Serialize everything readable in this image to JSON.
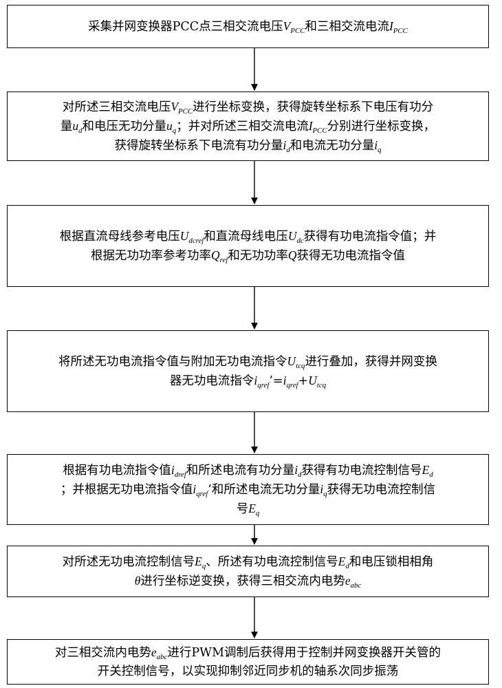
{
  "steps": [
    {
      "lines": [
        [
          {
            "t": "采集并网变换器PCC点三相交流电压"
          },
          {
            "i": "V",
            "s": "PCC"
          },
          {
            "t": "和三相交流电流"
          },
          {
            "i": "I",
            "s": "PCC"
          }
        ]
      ]
    },
    {
      "lines": [
        [
          {
            "t": "对所述三相交流电压"
          },
          {
            "i": "V",
            "s": "PCC"
          },
          {
            "t": "进行坐标变换，获得旋转坐标系下电压有功分"
          }
        ],
        [
          {
            "t": "量"
          },
          {
            "i": "u",
            "s": "d"
          },
          {
            "t": "和电压无功分量"
          },
          {
            "i": "u",
            "s": "q"
          },
          {
            "t": "；并对所述三相交流电流"
          },
          {
            "i": "I",
            "s": "PCC"
          },
          {
            "t": "分别进行坐标变换，"
          }
        ],
        [
          {
            "t": "获得旋转坐标系下电流有功分量"
          },
          {
            "i": "i",
            "s": "d"
          },
          {
            "t": "和电流无功分量"
          },
          {
            "i": "i",
            "s": "q"
          }
        ]
      ]
    },
    {
      "lines": [
        [
          {
            "t": "根据直流母线参考电压"
          },
          {
            "i": "U",
            "s": "dcref"
          },
          {
            "t": "和直流母线电压"
          },
          {
            "i": "U",
            "s": "dc"
          },
          {
            "t": "获得有功电流指令值；并"
          }
        ],
        [
          {
            "t": "根据无功功率参考功率"
          },
          {
            "i": "Q",
            "s": "ref"
          },
          {
            "t": "和无功功率"
          },
          {
            "i": "Q"
          },
          {
            "t": "获得无功电流指令值"
          }
        ]
      ]
    },
    {
      "lines": [
        [
          {
            "t": "将所述无功电流指令值与附加无功电流指令"
          },
          {
            "i": "U",
            "s": "tcq"
          },
          {
            "t": "进行叠加，获得并网变换"
          }
        ],
        [
          {
            "t": "器无功电流指令"
          },
          {
            "i": "i",
            "s": "qref"
          },
          {
            "t": "’="
          },
          {
            "i": "i",
            "s": "qref"
          },
          {
            "t": "+"
          },
          {
            "i": "U",
            "s": "tcq"
          }
        ]
      ]
    },
    {
      "lines": [
        [
          {
            "t": "根据有功电流指令值"
          },
          {
            "i": "i",
            "s": "dref"
          },
          {
            "t": "和所述电流有功分量"
          },
          {
            "i": "i",
            "s": "d"
          },
          {
            "t": "获得有功电流控制信号"
          },
          {
            "i": "E",
            "s": "d"
          }
        ],
        [
          {
            "t": "；并根据无功电流指令值"
          },
          {
            "i": "i",
            "s": "qref"
          },
          {
            "t": "’和所述电流无功分量"
          },
          {
            "i": "i",
            "s": "q"
          },
          {
            "t": "获得无功电流控制信"
          }
        ],
        [
          {
            "t": "号"
          },
          {
            "i": "E",
            "s": "q"
          }
        ]
      ]
    },
    {
      "lines": [
        [
          {
            "t": "对所述无功电流控制信号"
          },
          {
            "i": "E",
            "s": "q"
          },
          {
            "t": "、所述有功电流控制信号"
          },
          {
            "i": "E",
            "s": "d"
          },
          {
            "t": "和电压锁相相角"
          }
        ],
        [
          {
            "i": "θ"
          },
          {
            "t": "进行坐标逆变换，获得三相交流内电势"
          },
          {
            "i": "e",
            "s": "abc"
          }
        ]
      ]
    },
    {
      "lines": [
        [
          {
            "t": "对三相交流内电势"
          },
          {
            "i": "e",
            "s": "abc"
          },
          {
            "t": "进行PWM调制后获得用于控制并网变换器开关管的"
          }
        ],
        [
          {
            "t": "开关控制信号，以实现抑制邻近同步机的轴系次同步振荡"
          }
        ]
      ]
    }
  ]
}
